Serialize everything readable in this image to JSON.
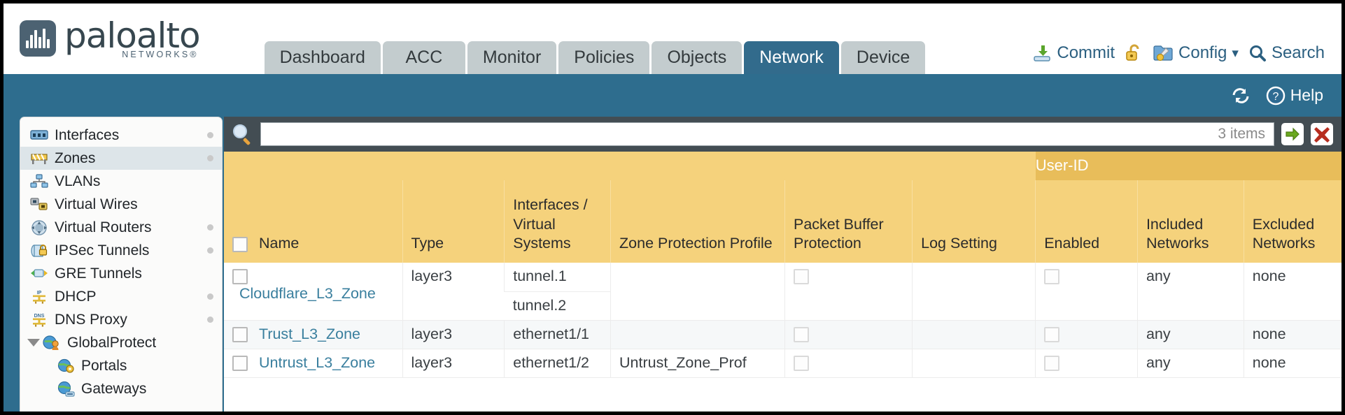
{
  "brand": {
    "name": "paloalto",
    "tagline": "NETWORKS",
    "registered": "®"
  },
  "nav": {
    "tabs": [
      {
        "label": "Dashboard",
        "active": false
      },
      {
        "label": "ACC",
        "active": false
      },
      {
        "label": "Monitor",
        "active": false
      },
      {
        "label": "Policies",
        "active": false
      },
      {
        "label": "Objects",
        "active": false
      },
      {
        "label": "Network",
        "active": true
      },
      {
        "label": "Device",
        "active": false
      }
    ]
  },
  "header_actions": [
    {
      "label": "Commit",
      "icon": "commit-download-icon"
    },
    {
      "label": "",
      "icon": "padlock-open-icon"
    },
    {
      "label": "Config",
      "icon": "config-wrench-icon",
      "caret": "▾"
    },
    {
      "label": "Search",
      "icon": "search-magnifier-icon"
    }
  ],
  "bluebar": [
    {
      "label": "",
      "icon": "refresh-icon"
    },
    {
      "label": "Help",
      "icon": "help-question-icon"
    }
  ],
  "sidebar": {
    "items": [
      {
        "label": "Interfaces",
        "icon": "interfaces-icon",
        "dot": true,
        "selected": false,
        "child": false,
        "caret": false
      },
      {
        "label": "Zones",
        "icon": "zones-icon",
        "dot": true,
        "selected": true,
        "child": false,
        "caret": false
      },
      {
        "label": "VLANs",
        "icon": "vlans-icon",
        "dot": false,
        "selected": false,
        "child": false,
        "caret": false
      },
      {
        "label": "Virtual Wires",
        "icon": "virtual-wires-icon",
        "dot": false,
        "selected": false,
        "child": false,
        "caret": false
      },
      {
        "label": "Virtual Routers",
        "icon": "virtual-routers-icon",
        "dot": true,
        "selected": false,
        "child": false,
        "caret": false
      },
      {
        "label": "IPSec Tunnels",
        "icon": "ipsec-tunnels-icon",
        "dot": true,
        "selected": false,
        "child": false,
        "caret": false
      },
      {
        "label": "GRE Tunnels",
        "icon": "gre-tunnels-icon",
        "dot": false,
        "selected": false,
        "child": false,
        "caret": false
      },
      {
        "label": "DHCP",
        "icon": "dhcp-icon",
        "dot": true,
        "selected": false,
        "child": false,
        "caret": false
      },
      {
        "label": "DNS Proxy",
        "icon": "dns-proxy-icon",
        "dot": true,
        "selected": false,
        "child": false,
        "caret": false
      },
      {
        "label": "GlobalProtect",
        "icon": "globalprotect-icon",
        "dot": false,
        "selected": false,
        "child": false,
        "caret": true
      },
      {
        "label": "Portals",
        "icon": "portals-icon",
        "dot": false,
        "selected": false,
        "child": true,
        "caret": false
      },
      {
        "label": "Gateways",
        "icon": "gateways-icon",
        "dot": false,
        "selected": false,
        "child": true,
        "caret": false
      }
    ]
  },
  "search": {
    "value": "",
    "placeholder": "",
    "item_count": "3 items",
    "apply_icon": "green-arrow-right-icon",
    "clear_icon": "red-x-icon"
  },
  "table": {
    "group_header": {
      "label": "User-ID",
      "span": 3
    },
    "columns": [
      "Name",
      "Type",
      "Interfaces / Virtual Systems",
      "Zone Protection Profile",
      "Packet Buffer Protection",
      "Log Setting",
      "Enabled",
      "Included Networks",
      "Excluded Networks"
    ],
    "rows": [
      {
        "selected": false,
        "name": "Cloudflare_L3_Zone",
        "type": "layer3",
        "interfaces": [
          "tunnel.1",
          "tunnel.2"
        ],
        "zone_protection_profile": "",
        "packet_buffer_protection": false,
        "log_setting": "",
        "userid_enabled": false,
        "included_networks": "any",
        "excluded_networks": "none"
      },
      {
        "selected": false,
        "name": "Trust_L3_Zone",
        "type": "layer3",
        "interfaces": [
          "ethernet1/1"
        ],
        "zone_protection_profile": "",
        "packet_buffer_protection": false,
        "log_setting": "",
        "userid_enabled": false,
        "included_networks": "any",
        "excluded_networks": "none"
      },
      {
        "selected": false,
        "name": "Untrust_L3_Zone",
        "type": "layer3",
        "interfaces": [
          "ethernet1/2"
        ],
        "zone_protection_profile": "Untrust_Zone_Prof",
        "packet_buffer_protection": false,
        "log_setting": "",
        "userid_enabled": false,
        "included_networks": "any",
        "excluded_networks": "none"
      }
    ]
  },
  "colors": {
    "header_blue": "#2e6d8e",
    "tab_inactive": "#c3ccce",
    "table_header_yellow": "#f5d27c",
    "group_header_yellow": "#e8bd5a",
    "link_blue": "#3a7f9e",
    "toolbar_dark": "#434d53"
  }
}
